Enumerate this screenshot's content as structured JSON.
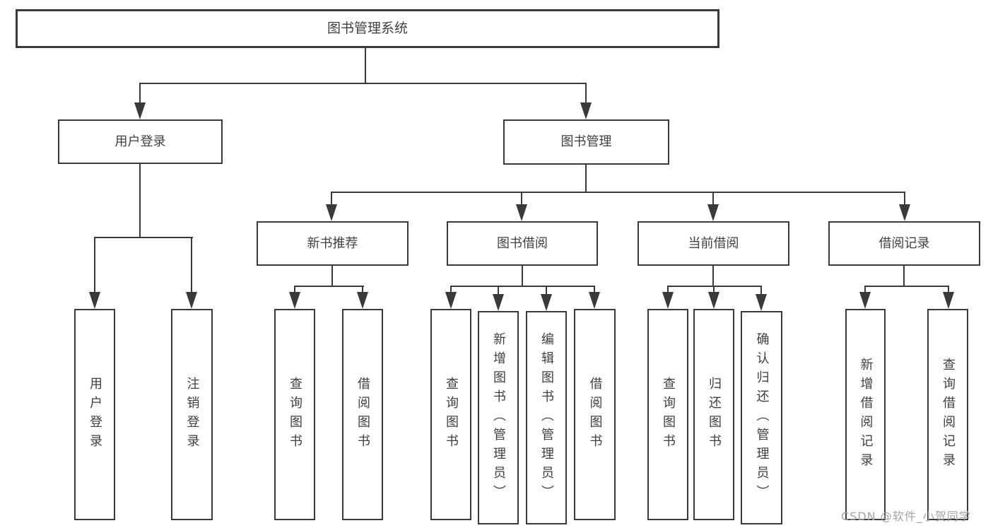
{
  "page": {
    "background": "#ffffff"
  },
  "diagram": {
    "type": "hierarchy-tree",
    "line_color": "#3a3a3a",
    "text_color": "#3f3f3f",
    "watermark": {
      "text": "CSDN @软件_小贺同学",
      "color": "#a3a3a3"
    },
    "nodes": {
      "root": {
        "label": "图书管理系统"
      },
      "user_login": {
        "label": "用户登录"
      },
      "book_mgmt": {
        "label": "图书管理"
      },
      "user_login_leaf": {
        "label": "用户登录"
      },
      "logout_leaf": {
        "label": "注销登录"
      },
      "new_book_rec": {
        "label": "新书推荐"
      },
      "book_borrow": {
        "label": "图书借阅"
      },
      "current_borrow": {
        "label": "当前借阅"
      },
      "borrow_records": {
        "label": "借阅记录"
      },
      "nb_query": {
        "label": "查询图书"
      },
      "nb_borrow": {
        "label": "借阅图书"
      },
      "bb_query": {
        "label": "查询图书"
      },
      "bb_add": {
        "label": "新增图书（管理员）"
      },
      "bb_edit": {
        "label": "编辑图书（管理员）"
      },
      "bb_borrow": {
        "label": "借阅图书"
      },
      "cb_query": {
        "label": "查询图书"
      },
      "cb_return": {
        "label": "归还图书"
      },
      "cb_confirm": {
        "label": "确认归还（管理员）"
      },
      "br_add": {
        "label": "新增借阅记录"
      },
      "br_query": {
        "label": "查询借阅记录"
      }
    },
    "edges": [
      "root->user_login",
      "root->book_mgmt",
      "user_login->user_login_leaf",
      "user_login->logout_leaf",
      "book_mgmt->new_book_rec",
      "book_mgmt->book_borrow",
      "book_mgmt->current_borrow",
      "book_mgmt->borrow_records",
      "new_book_rec->nb_query",
      "new_book_rec->nb_borrow",
      "book_borrow->bb_query",
      "book_borrow->bb_add",
      "book_borrow->bb_edit",
      "book_borrow->bb_borrow",
      "current_borrow->cb_query",
      "current_borrow->cb_return",
      "current_borrow->cb_confirm",
      "borrow_records->br_add",
      "borrow_records->br_query"
    ]
  }
}
